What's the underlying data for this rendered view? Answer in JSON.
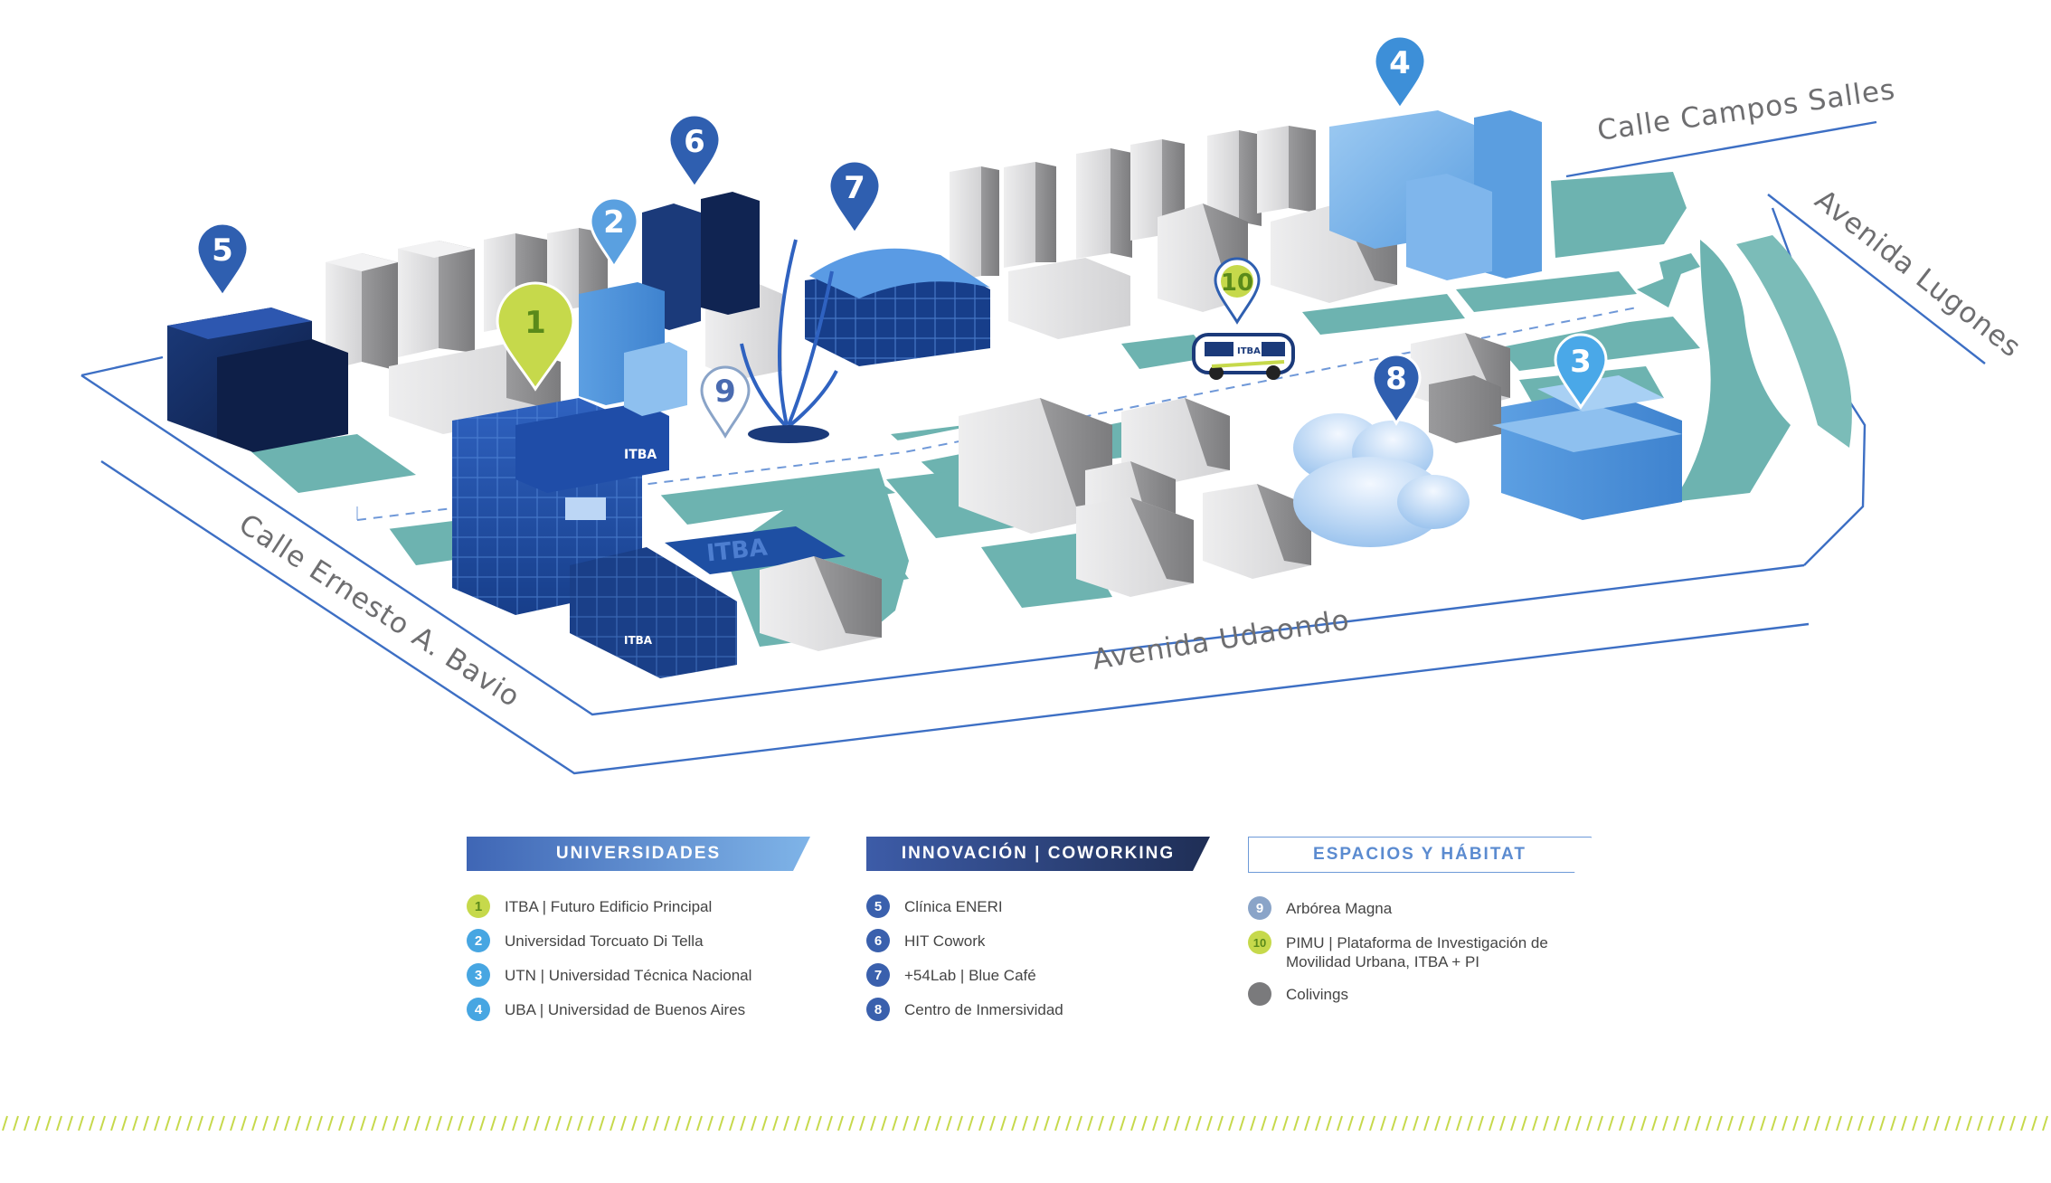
{
  "streets": {
    "campos_salles": "Calle Campos Salles",
    "lugones": "Avenida Lugones",
    "bavio": "Calle Ernesto A. Bavio",
    "udaondo": "Avenida Udaondo"
  },
  "building_signs": {
    "itba_tower": "ITBA",
    "itba_base": "ITBA",
    "itba_plaza": "ITBA",
    "bus": "ITBA"
  },
  "pins": [
    {
      "num": "1",
      "color": "#c6d94b"
    },
    {
      "num": "2",
      "color": "#5aa0e0"
    },
    {
      "num": "3",
      "color": "#4aa8e8"
    },
    {
      "num": "4",
      "color": "#3d8fd8"
    },
    {
      "num": "5",
      "color": "#2f5fb0"
    },
    {
      "num": "6",
      "color": "#2f5fb0"
    },
    {
      "num": "7",
      "color": "#2f5fb0"
    },
    {
      "num": "8",
      "color": "#2f5fb0"
    },
    {
      "num": "9",
      "color": "#ffffff"
    },
    {
      "num": "10",
      "color": "#ffffff"
    }
  ],
  "legend": {
    "universidades": {
      "title": "UNIVERSIDADES",
      "items": [
        {
          "num": "1",
          "label": "ITBA | Futuro Edificio Principal",
          "color": "#c6d94b"
        },
        {
          "num": "2",
          "label": "Universidad Torcuato Di Tella",
          "color": "#47a6e2"
        },
        {
          "num": "3",
          "label": "UTN | Universidad Técnica Nacional",
          "color": "#47a6e2"
        },
        {
          "num": "4",
          "label": "UBA | Universidad de Buenos Aires",
          "color": "#47a6e2"
        }
      ]
    },
    "innovacion": {
      "title": "INNOVACIÓN | COWORKING",
      "items": [
        {
          "num": "5",
          "label": "Clínica ENERI",
          "color": "#3a60ad"
        },
        {
          "num": "6",
          "label": "HIT Cowork",
          "color": "#3a60ad"
        },
        {
          "num": "7",
          "label": "+54Lab | Blue Café",
          "color": "#3a60ad"
        },
        {
          "num": "8",
          "label": "Centro de Inmersividad",
          "color": "#3a60ad"
        }
      ]
    },
    "espacios": {
      "title": "ESPACIOS Y HÁBITAT",
      "items": [
        {
          "num": "9",
          "label": "Arbórea Magna",
          "color": "#8aa4c8"
        },
        {
          "num": "10",
          "label": "PIMU | Plataforma de Investigación de Movilidad Urbana, ITBA + PI",
          "color": "#c6d94b"
        },
        {
          "num": "",
          "label": "Colivings",
          "color": "#7a7a7c"
        }
      ]
    }
  },
  "colors": {
    "park": "#6db3b0",
    "road_line": "#3d6fc4",
    "hatch": "#c6d94b",
    "building_gray": "#d6d6d8"
  }
}
